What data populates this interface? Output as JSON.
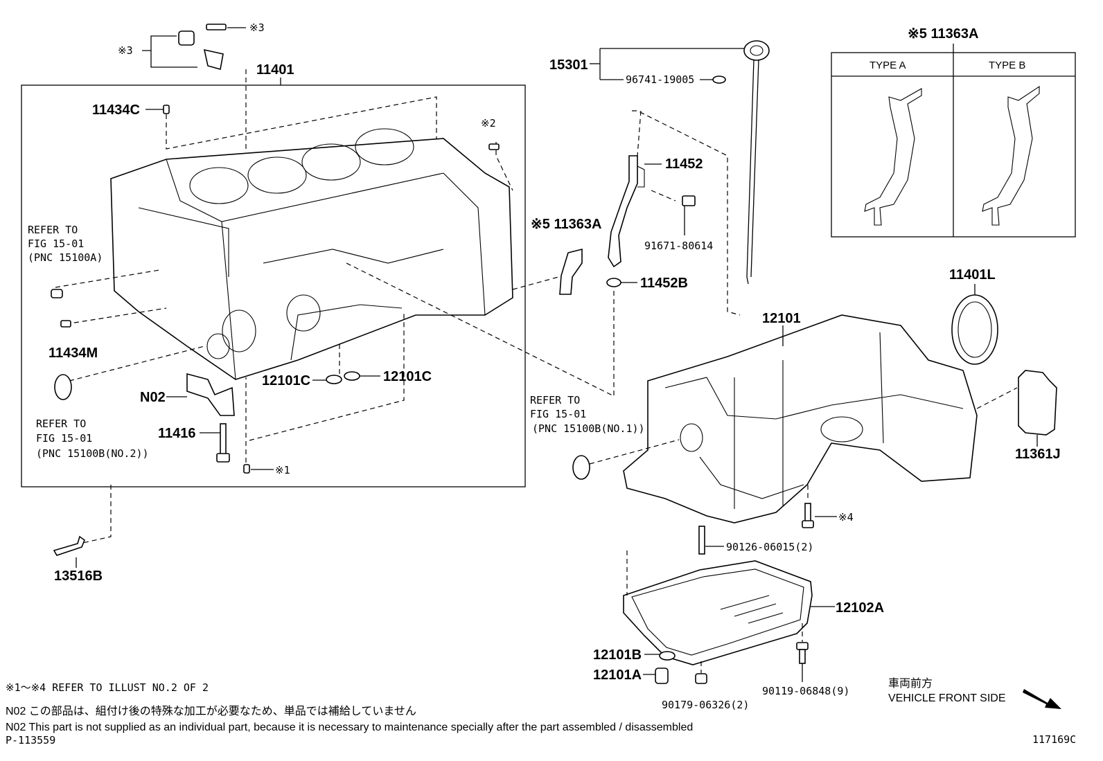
{
  "labels": {
    "p11401": "11401",
    "p11434c": "11434C",
    "mark2": "※2",
    "mark3a": "※3",
    "mark3b": "※3",
    "p15301": "15301",
    "p96741": "96741-19005",
    "p11452": "11452",
    "p91671": "91671-80614",
    "p11452b": "11452B",
    "p11363a_left": "※5 11363A",
    "p11363a_box": "※5 11363A",
    "typeA": "TYPE A",
    "typeB": "TYPE B",
    "p11401l": "11401L",
    "p12101": "12101",
    "p11434m": "11434M",
    "p12101c_a": "12101C",
    "p12101c_b": "12101C",
    "pn02": "N02",
    "p11416": "11416",
    "mark1": "※1",
    "p11361j": "11361J",
    "mark4": "※4",
    "p90126": "90126-06015(2)",
    "p12102a": "12102A",
    "p12101b": "12101B",
    "p12101a": "12101A",
    "p90179": "90179-06326(2)",
    "p90119": "90119-06848(9)",
    "p13516b": "13516B"
  },
  "refs": {
    "r1_l1": "REFER TO",
    "r1_l2": "FIG 15-01",
    "r1_l3": "(PNC 15100A)",
    "r2_l1": "REFER TO",
    "r2_l2": "FIG 15-01",
    "r2_l3": "(PNC 15100B(NO.2))",
    "r3_l1": "REFER TO",
    "r3_l2": "FIG 15-01",
    "r3_l3": "(PNC 15100B(NO.1))"
  },
  "notes": {
    "ref_illust": "※1～※4 REFER TO ILLUST NO.2 OF 2",
    "n02_jp": "N02 この部品は、組付け後の特殊な加工が必要なため、単品では補給していません",
    "n02_en": "N02 This part is not supplied as an individual part, because it is necessary to maintenance specially after the part assembled / disassembled",
    "page_code": "P-113559",
    "illust_code": "117169C",
    "front_jp": "車両前方",
    "front_en": "VEHICLE FRONT SIDE"
  }
}
